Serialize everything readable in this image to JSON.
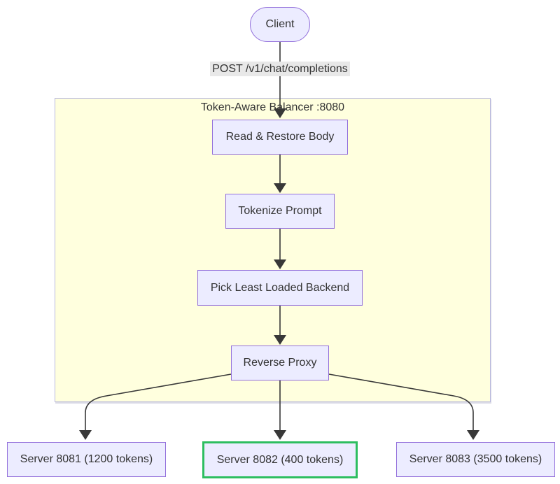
{
  "diagram": {
    "type": "flowchart",
    "cluster": {
      "title": "Token-Aware Balancer :8080"
    },
    "client_label": "Client",
    "edge_label": "POST /v1/chat/completions",
    "pipeline_nodes": [
      {
        "label": "Read & Restore Body"
      },
      {
        "label": "Tokenize Prompt"
      },
      {
        "label": "Pick Least Loaded Backend"
      },
      {
        "label": "Reverse Proxy"
      }
    ],
    "servers": [
      {
        "label": "Server 8081 (1200 tokens)",
        "selected": false
      },
      {
        "label": "Server 8082 (400 tokens)",
        "selected": true
      },
      {
        "label": "Server 8083 (3500 tokens)",
        "selected": false
      }
    ],
    "colors": {
      "node_fill": "#ECECFF",
      "node_border": "#9370DB",
      "cluster_fill": "#FFFFDE",
      "cluster_border": "#B9B9DD",
      "selected_border": "#2DBE60",
      "edge_color": "#383838",
      "edge_label_bg": "#E8E8E8",
      "text_color": "#333333"
    }
  }
}
